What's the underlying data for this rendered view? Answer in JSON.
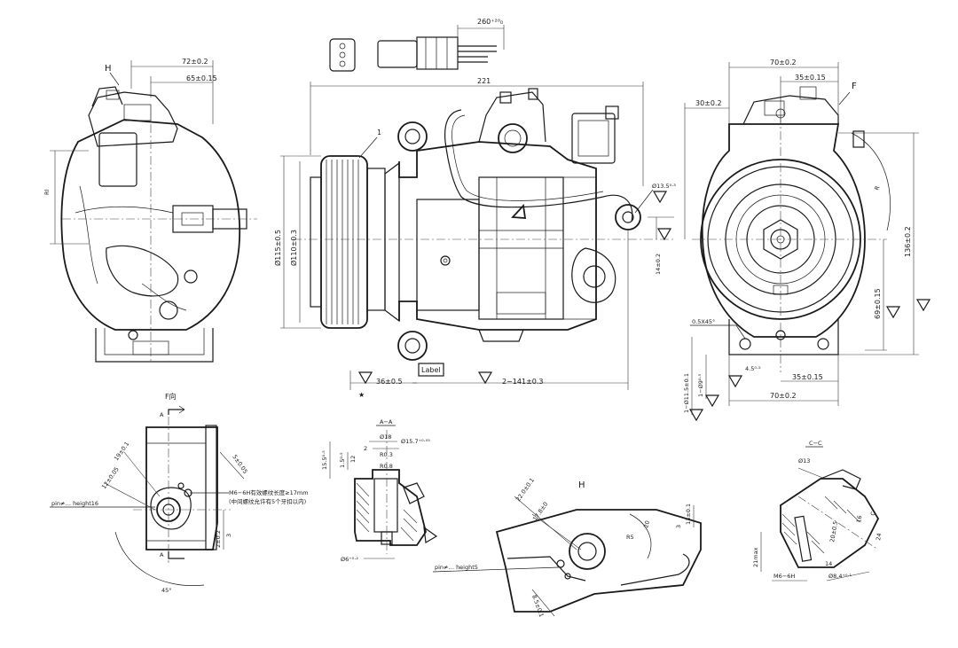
{
  "labels": {
    "view_h_tag": "H",
    "view_f_tag": "F",
    "item_1": "1",
    "label_box": "Label",
    "star": "★",
    "section_a": "A",
    "section_c": "C"
  },
  "dims": {
    "connector_len": "260⁺²⁰₀",
    "overall_length": "221",
    "left_72": "72±0.2",
    "left_65": "65±0.15",
    "left_r": "Rl",
    "dia_115": "Ø115±0.5",
    "dia_110": "Ø110±0.3",
    "dia_13_5": "Ø13.5⁰·³",
    "dim_14": "14±0.2",
    "dim_36": "36±0.5",
    "dim_141": "2−141±0.3",
    "right_70_top": "70±0.2",
    "right_35_top": "35±0.15",
    "right_30": "30±0.2",
    "right_r": "R",
    "right_136": "136±0.2",
    "right_69": "69±0.15",
    "chamfer": "0.5X45°",
    "d11_5": "1−Ø11.5±0.1",
    "d9": "1−Ø9⁰·⁵",
    "d_4_5": "4.5⁰·⁵",
    "right_35_bot": "35±0.15",
    "right_70_bot": "70±0.2"
  },
  "view_f": {
    "title": "F向",
    "d19": "19±0.1",
    "d12": "12±0.05",
    "d5": "5±0.05",
    "pin_note": "pin≠… height16",
    "thread_note": "M6−6H有效螺纹长度≥17mm",
    "thread_note2": "(中间螺纹允许有5个牙扣以内)",
    "d3": "3",
    "d2": "2±0.2",
    "angle": "45°"
  },
  "section_aa": {
    "title": "A−A",
    "d18": "Ø18",
    "d15_7": "Ø15.7⁺⁰·⁰⁵",
    "d15_5": "15.5⁰·⁵",
    "d1_5": "1.5⁰·⁵",
    "d2_": "2",
    "r0_3": "R0.3",
    "r08": "R0.8",
    "d6": "Ø6⁺⁰·²",
    "d12": "12"
  },
  "view_h": {
    "title": "H",
    "d22": "22.0±0.1",
    "d17": "17.8±0",
    "d13": "13±0.1",
    "d8": "8.5±0.1",
    "pin_note": "pin≠… height5",
    "r_note": "R5",
    "d_3": "3",
    "angle": "20"
  },
  "section_cc": {
    "title": "C−C",
    "d13": "Ø13",
    "d21": "21max",
    "m6": "M6−6H",
    "d20": "20±0.5",
    "d16": "16",
    "d14": "14",
    "d8_4": "Ø8.4⁺⁰·¹",
    "d24": "24"
  }
}
